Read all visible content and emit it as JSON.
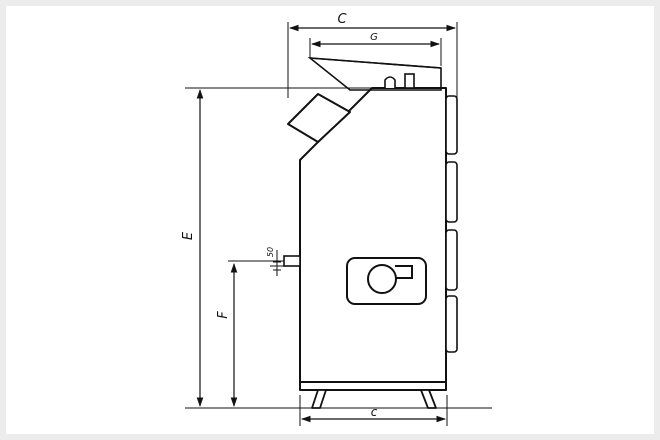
{
  "diagram": {
    "labels": {
      "overall_depth": "C",
      "top_depth": "G",
      "overall_height": "E",
      "connection_height": "F",
      "base_depth": "c",
      "pipe_size": "50"
    }
  }
}
